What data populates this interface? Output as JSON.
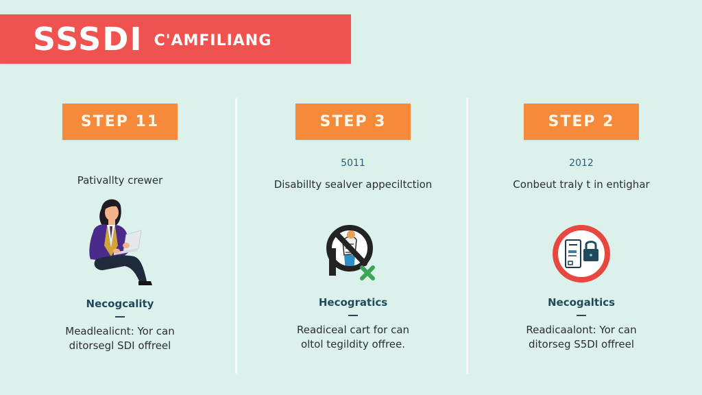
{
  "banner": {
    "title": "SSSDI",
    "subtitle": "C'AMFILIANG"
  },
  "colors": {
    "background": "#dcf1ec",
    "banner": "#f0524f",
    "step_badge": "#f58a3a",
    "heading": "#1f4a5c",
    "year": "#2c5f73",
    "no_sign_red": "#e8473f",
    "check_green": "#3aa655"
  },
  "columns": [
    {
      "step": "STEP 11",
      "year": "",
      "subtitle": "Pativallty crewer",
      "icon": "person-with-laptop-illustration",
      "heading": "Necogcality",
      "body": "Meadlealicnt: Yor can ditorsegl SDI offreel"
    },
    {
      "step": "STEP 3",
      "year": "5011",
      "subtitle": "Disabillty sealver appeciltction",
      "icon": "prohibited-person-with-check-icon",
      "heading": "Hecogratics",
      "body": "Readiceal cart for can oltol tegildity offree."
    },
    {
      "step": "STEP 2",
      "year": "2012",
      "subtitle": "Conbeut traly t in entighar",
      "icon": "no-sign-document-lock-icon",
      "heading": "Necogaltics",
      "body": "Readicaalont: Yor can ditorseg S5DI offreel"
    }
  ]
}
